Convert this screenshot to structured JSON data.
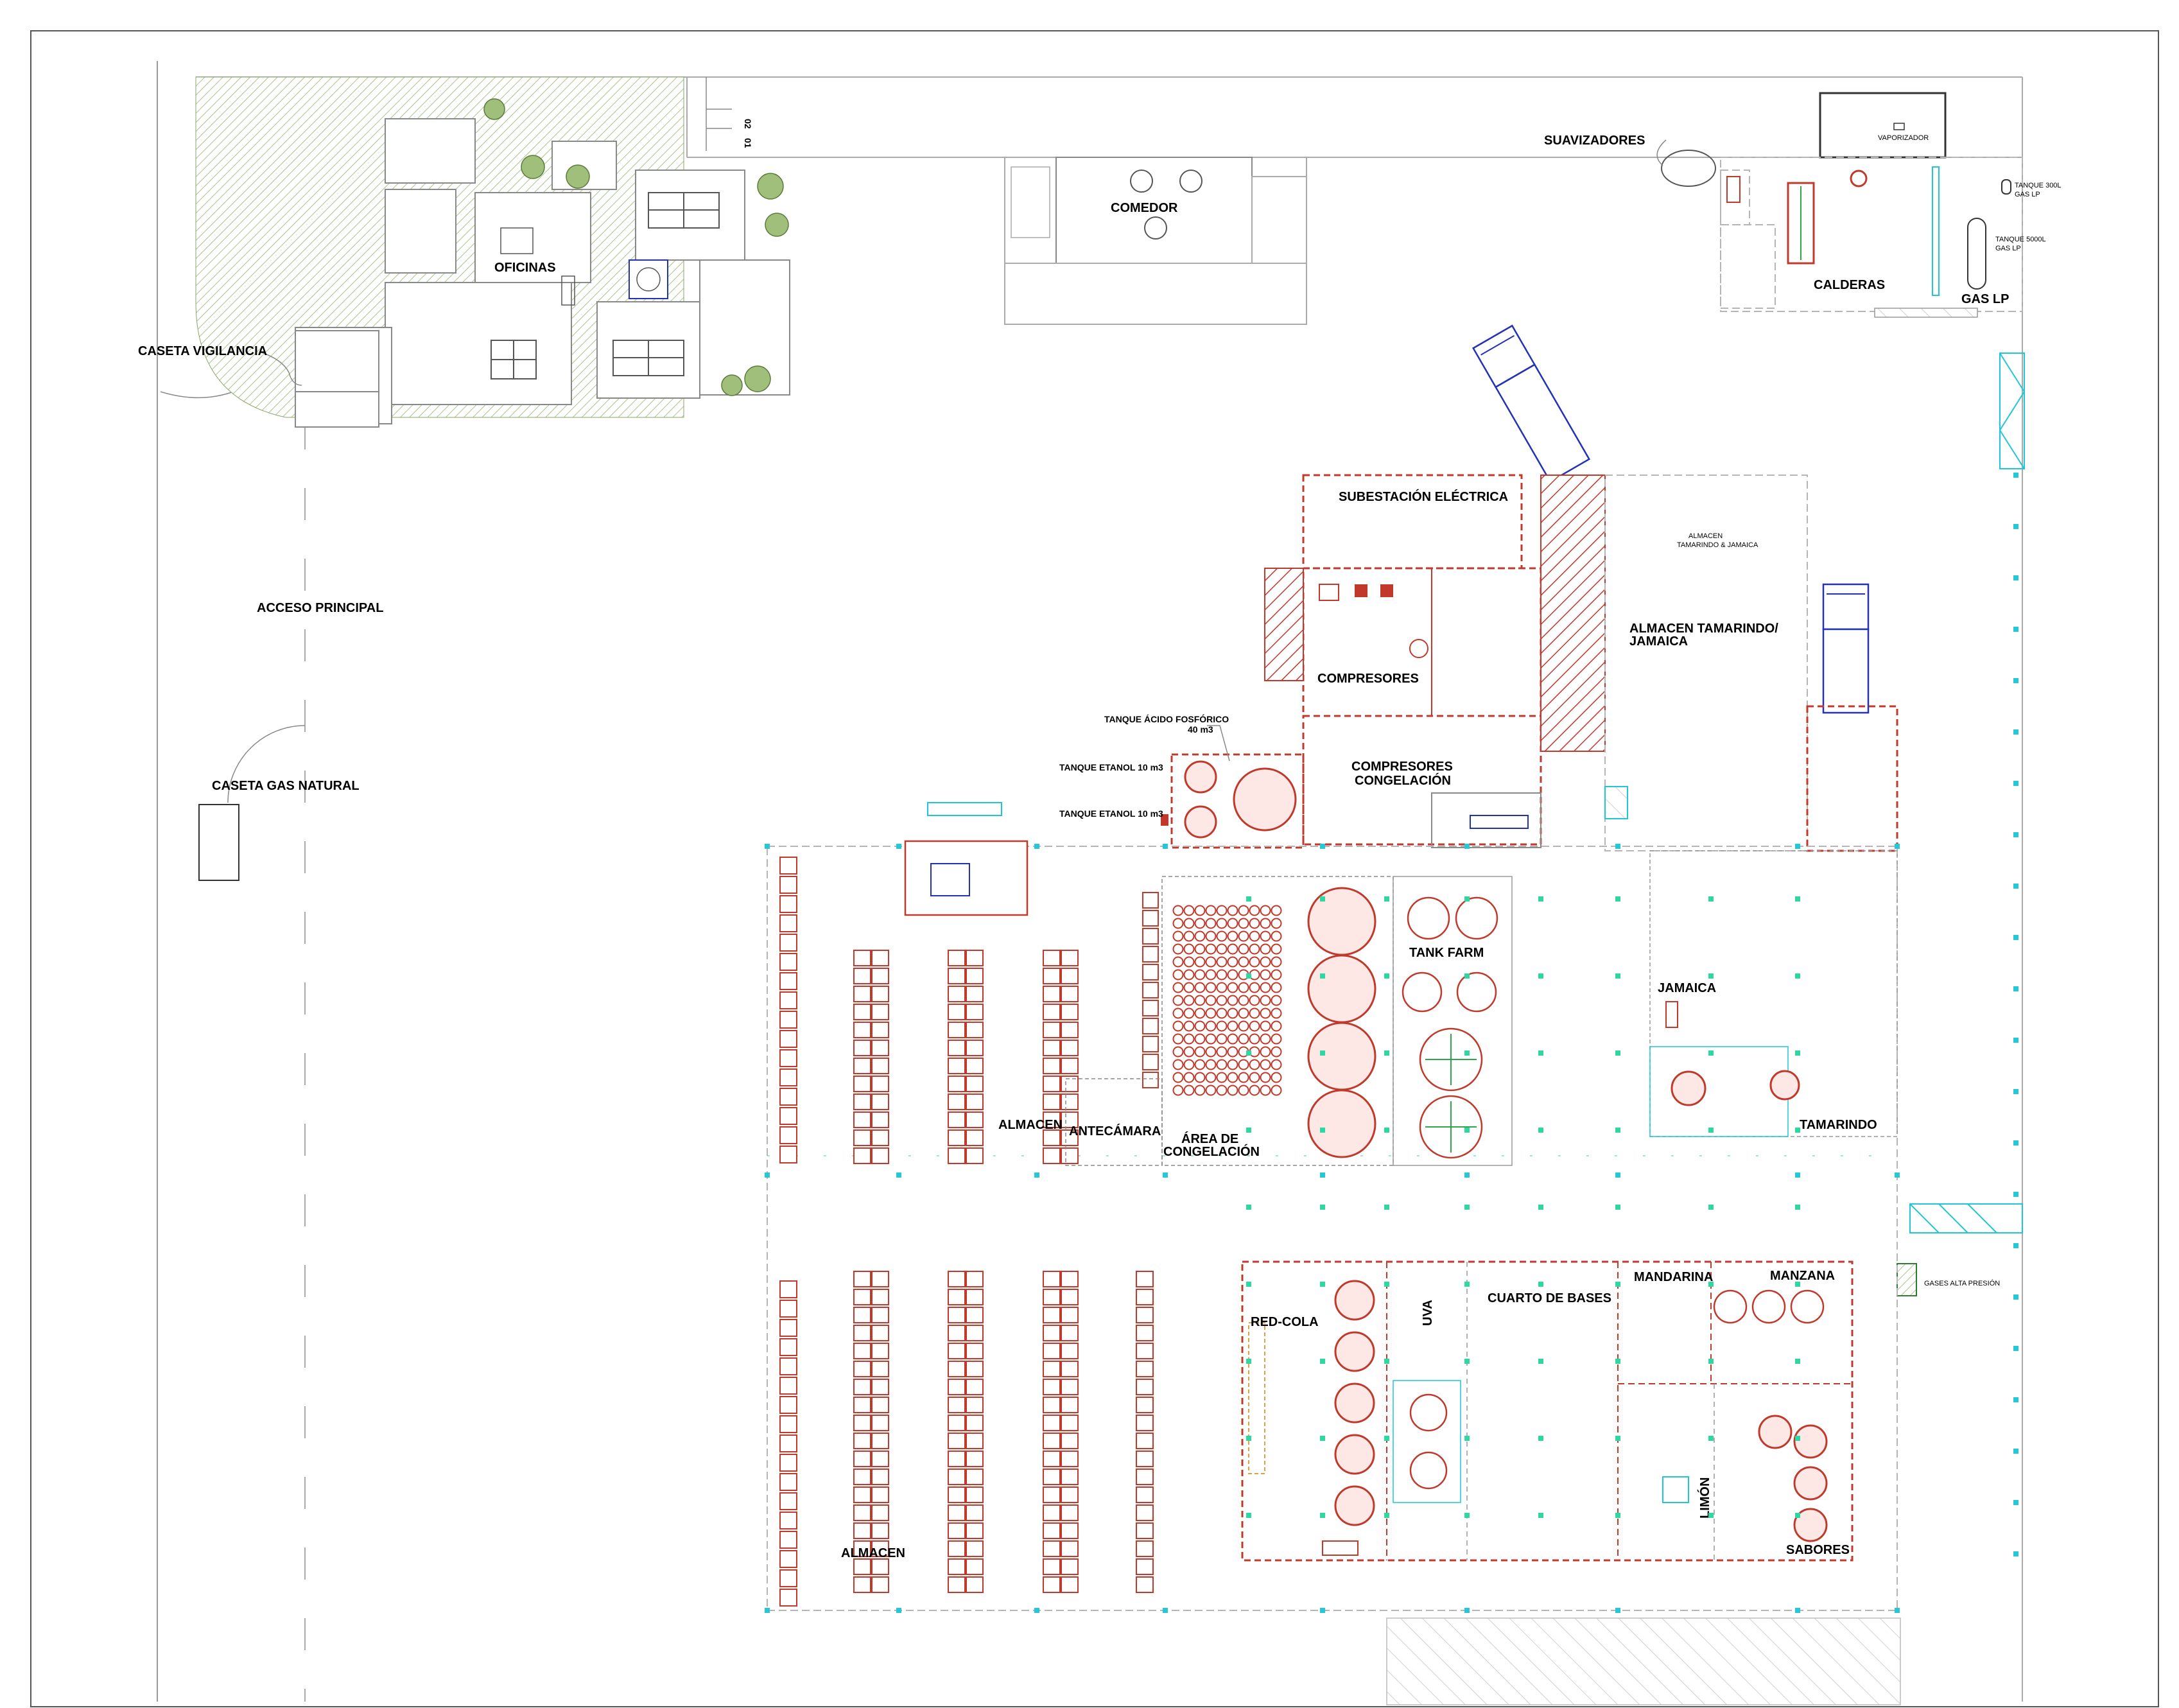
{
  "plan": {
    "labels": {
      "caseta_vigilancia": "CASETA VIGILANCIA",
      "oficinas": "OFICINAS",
      "comedor": "COMEDOR",
      "suavizadores": "SUAVIZADORES",
      "vaporizador": "VAPORIZADOR",
      "tanque_300l": "TANQUE 300L",
      "tanque_300l_sub": "GAS LP",
      "tanque_5000l": "TANQUE 5000L",
      "tanque_5000l_sub": "GAS LP",
      "calderas": "CALDERAS",
      "gas_lp": "GAS LP",
      "acceso_principal": "ACCESO PRINCIPAL",
      "caseta_gas_natural": "CASETA GAS NATURAL",
      "subestacion": "SUBESTACIÓN ELÉCTRICA",
      "compresores": "COMPRESORES",
      "compresores_congelacion_1": "COMPRESORES",
      "compresores_congelacion_2": "CONGELACIÓN",
      "almacen_tamarindo_1": "ALMACEN TAMARINDO/",
      "almacen_tamarindo_2": "JAMAICA",
      "almacen_small_1": "ALMACEN",
      "almacen_small_2": "TAMARINDO & JAMAICA",
      "tanque_acido_1": "TANQUE ÁCIDO FOSFÓRICO",
      "tanque_acido_2": "40 m3",
      "tanque_etanol_1": "TANQUE ETANOL 10 m3",
      "tanque_etanol_2": "TANQUE ETANOL 10 m3",
      "almacen_top": "ALMACEN",
      "antecamara": "ANTECÁMARA",
      "area_congelacion_1": "ÁREA DE",
      "area_congelacion_2": "CONGELACIÓN",
      "tank_farm": "TANK FARM",
      "jamaica": "JAMAICA",
      "tamarindo": "TAMARINDO",
      "red_cola": "RED-COLA",
      "uva": "UVA",
      "cuarto_bases": "CUARTO DE BASES",
      "mandarina": "MANDARINA",
      "manzana": "MANZANA",
      "limon": "LIMÓN",
      "sabores": "SABORES",
      "almacen_bottom": "ALMACEN",
      "gases_alta_presion": "GASES ALTA PRESIÓN",
      "axis_01": "01",
      "axis_02": "02"
    },
    "colors": {
      "wall_red": "#c0392b",
      "equipment_cyan": "#1fc6d8",
      "column_green": "#2fd7a2",
      "truck_blue": "#2232b8",
      "landscape_green": "#8aa56a"
    }
  }
}
